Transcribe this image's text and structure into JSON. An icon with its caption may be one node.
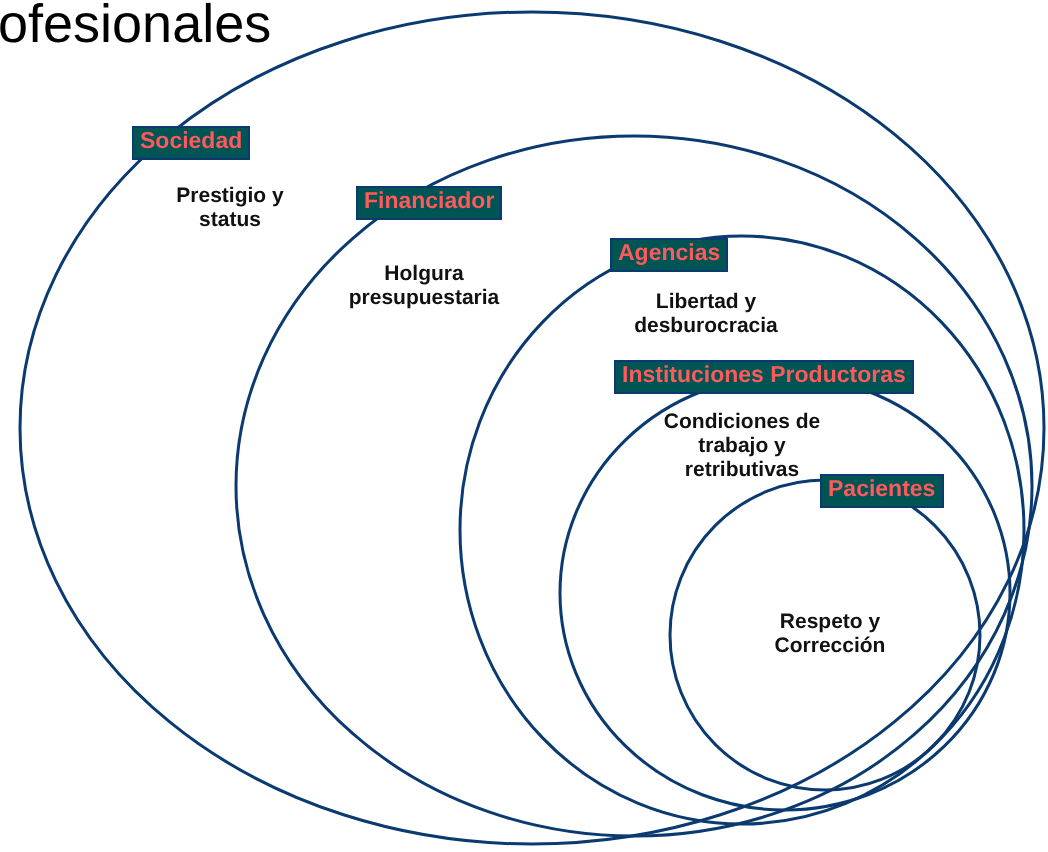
{
  "diagram": {
    "title": "ofesionales",
    "nodes": [
      {
        "text": [
          "Sociedad",
          "Prestigio y status"
        ]
      },
      {
        "text": [
          "Financiador",
          "Holgura presupuestaria"
        ],
        "in": 0
      },
      {
        "text": [
          "Agencias",
          "Libertad y desburocracia"
        ],
        "in": 1
      },
      {
        "text": [
          "Instituciones Productoras",
          "Condiciones de trabajo y retributivas"
        ],
        "in": 2
      },
      {
        "text": [
          "Pacientes",
          "Respeto y Corrección"
        ],
        "in": 3
      }
    ]
  }
}
